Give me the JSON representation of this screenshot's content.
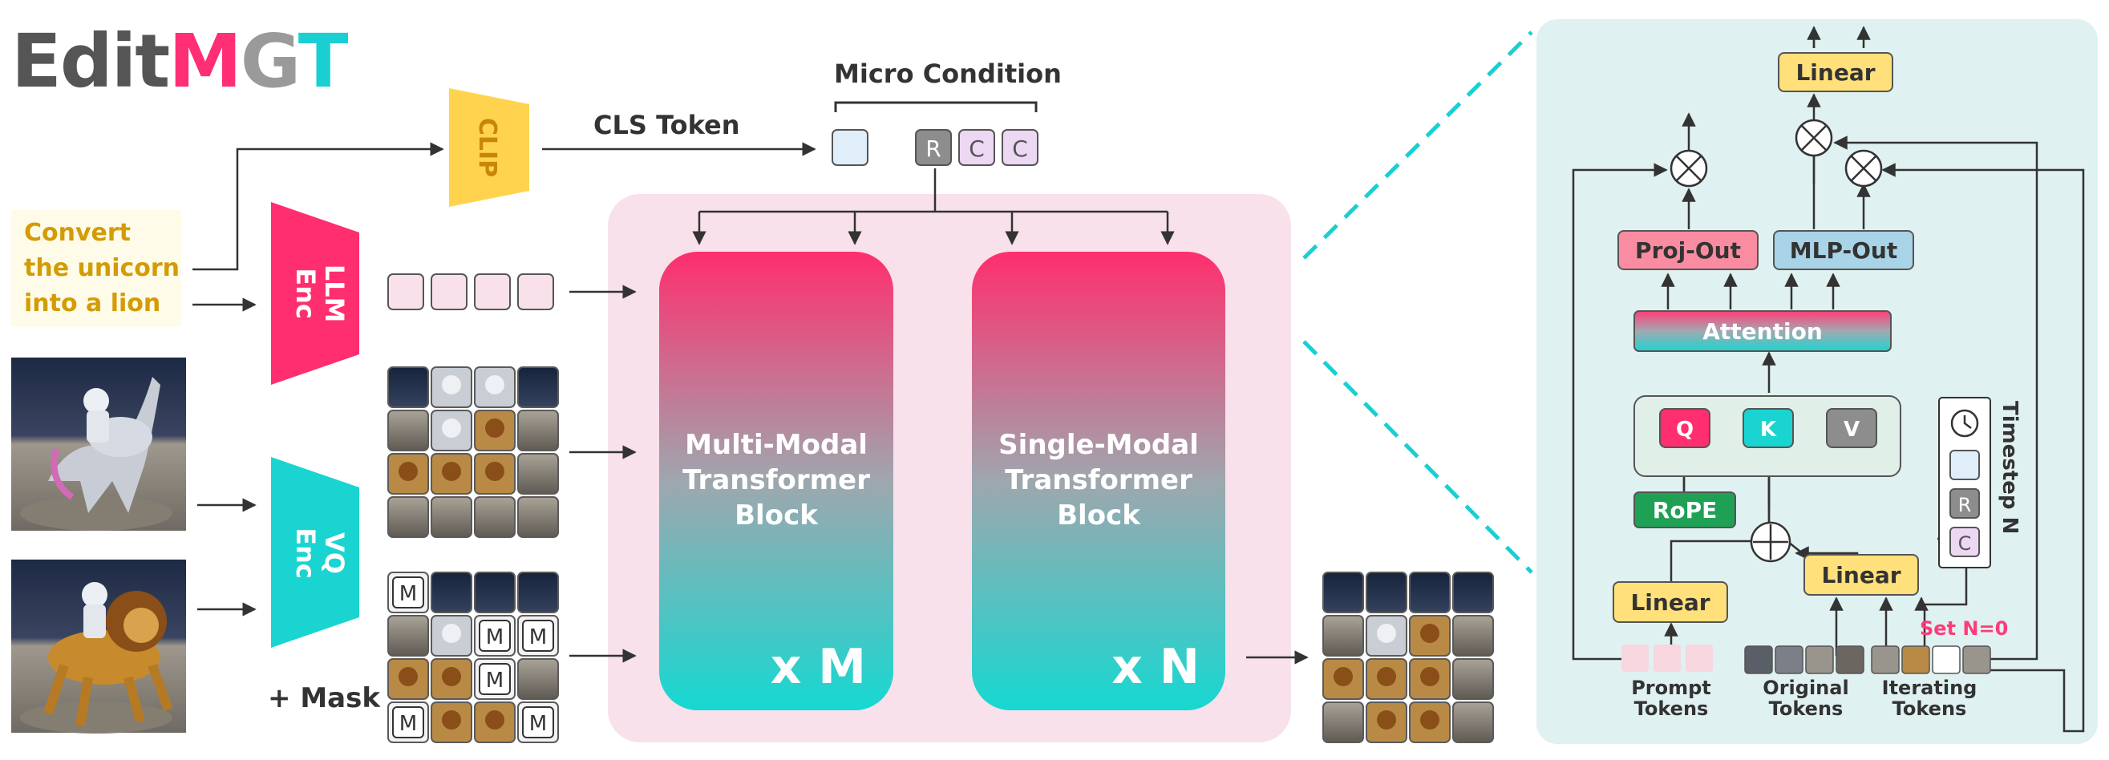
{
  "logo": {
    "edit": "Edit",
    "m": "M",
    "g": "G",
    "t": "T",
    "colors": {
      "edit": "#555555",
      "m": "#ff2e75",
      "g": "#9a9a9a",
      "t": "#19cfd2"
    }
  },
  "prompt": {
    "lines": [
      "Convert",
      "the unicorn",
      "into a lion"
    ],
    "color": "#d39b05"
  },
  "encoders": {
    "clip": "CLIP",
    "llm": [
      "LLM",
      "Enc"
    ],
    "vq": [
      "VQ",
      "Enc"
    ]
  },
  "cls_token": "CLS Token",
  "micro_condition": {
    "title": "Micro Condition",
    "tokens": [
      "R",
      "C",
      "C"
    ]
  },
  "mask_label": "+ Mask",
  "mask_token": "M",
  "blocks": [
    {
      "lines": [
        "Multi-Modal",
        "Transformer",
        "Block"
      ],
      "repeat": "x M"
    },
    {
      "lines": [
        "Single-Modal",
        "Transformer",
        "Block"
      ],
      "repeat": "x N"
    }
  ],
  "detail": {
    "linear_top": "Linear",
    "proj_out": "Proj-Out",
    "mlp_out": "MLP-Out",
    "attention": "Attention",
    "qkv": [
      "Q",
      "K",
      "V"
    ],
    "rope": "RoPE",
    "linear_left": "Linear",
    "linear_right": "Linear",
    "timestep": "Timestep N",
    "timestep_tokens": [
      "R",
      "C"
    ],
    "set_n": "Set N=0",
    "prompt_tokens": [
      "Prompt",
      "Tokens"
    ],
    "original_tokens": [
      "Original",
      "Tokens"
    ],
    "iterating_tokens": [
      "Iterating",
      "Tokens"
    ]
  },
  "colors": {
    "pink": "#ff2e6e",
    "cyan": "#19d4d0",
    "clip_yellow": "#ffd34d",
    "linear_yellow": "#ffe07a",
    "proj_pink": "#f98ca0",
    "mlp_blue": "#a9d3e6",
    "rope_green": "#1ea055",
    "detail_bg": "#dff1f0",
    "token_pink": "#f8e1ea",
    "token_blue": "#dfeef8",
    "token_purple": "#ecd8f2",
    "set_n_red": "#ff3b7a"
  }
}
